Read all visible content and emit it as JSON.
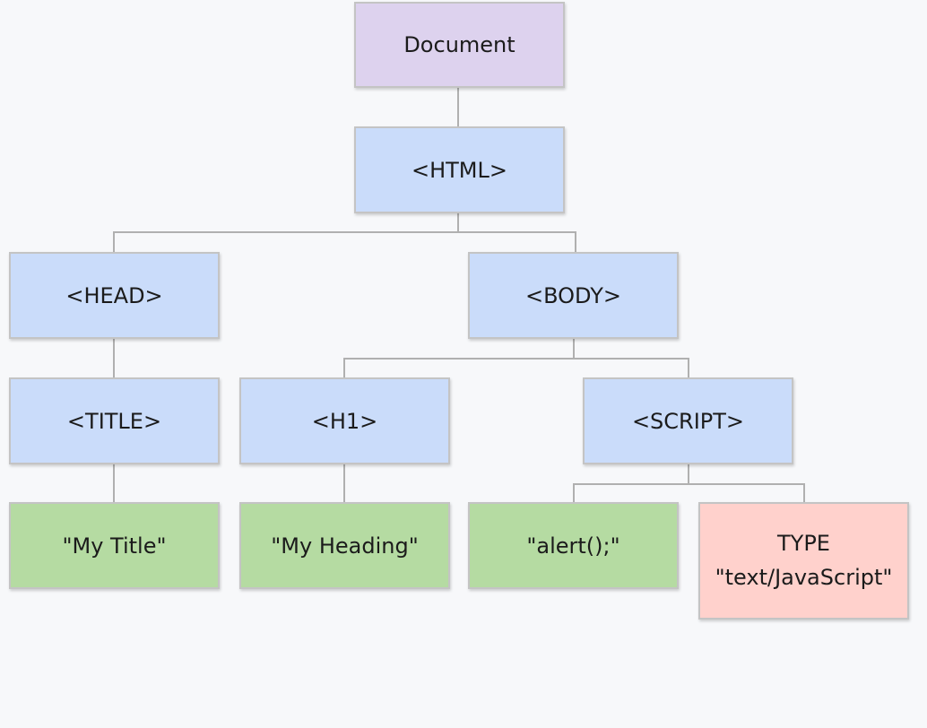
{
  "diagram": {
    "kind": "dom-tree",
    "colors": {
      "background": "#f7f8fa",
      "document_node_fill": "#ddd2ee",
      "element_node_fill": "#cadcfa",
      "text_node_fill": "#b5dba2",
      "attribute_node_fill": "#ffd1cc",
      "node_border": "#c4c4c4",
      "connector": "#b0b0b0",
      "label_text": "#1b1b1b"
    },
    "nodes": {
      "document": {
        "label": "Document",
        "type": "document"
      },
      "html": {
        "label": "<HTML>",
        "type": "element"
      },
      "head": {
        "label": "<HEAD>",
        "type": "element"
      },
      "body": {
        "label": "<BODY>",
        "type": "element"
      },
      "title": {
        "label": "<TITLE>",
        "type": "element"
      },
      "h1": {
        "label": "<H1>",
        "type": "element"
      },
      "script": {
        "label": "<SCRIPT>",
        "type": "element"
      },
      "title_text": {
        "label": "\"My Title\"",
        "type": "text"
      },
      "h1_text": {
        "label": "\"My Heading\"",
        "type": "text"
      },
      "script_text": {
        "label": "\"alert();\"",
        "type": "text"
      },
      "script_attr": {
        "line1": "TYPE",
        "line2": "\"text/JavaScript\"",
        "type": "attribute"
      }
    },
    "edges": [
      "document-html",
      "html-head",
      "html-body",
      "head-title",
      "body-h1",
      "body-script",
      "title-title_text",
      "h1-h1_text",
      "script-script_text",
      "script-script_attr"
    ]
  }
}
